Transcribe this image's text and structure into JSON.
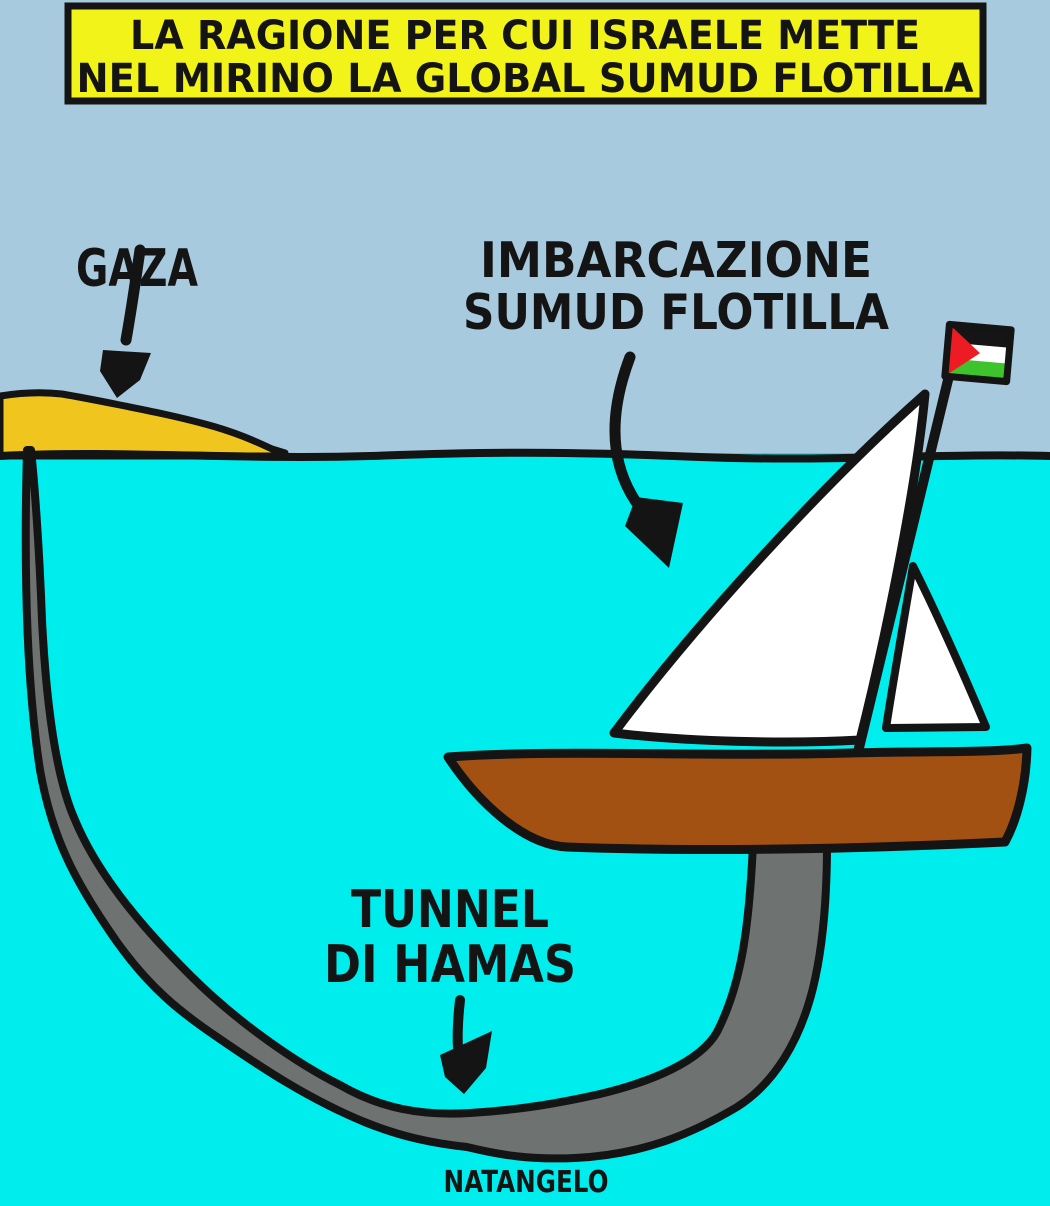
{
  "banner": {
    "line1": "LA RAGIONE PER CUI ISRAELE METTE",
    "line2": "NEL MIRINO LA GLOBAL SUMUD FLOTILLA"
  },
  "labels": {
    "gaza": "GAZA",
    "boat_line1": "IMBARCAZIONE",
    "boat_line2": "SUMUD FLOTILLA",
    "tunnel_line1": "TUNNEL",
    "tunnel_line2": "DI HAMAS"
  },
  "signature": "NATANGELO",
  "icons": {
    "flag": "palestinian-flag",
    "arrows": [
      "gaza-arrow",
      "boat-arrow",
      "tunnel-arrow"
    ]
  },
  "colors": {
    "sky": "#A8CADF",
    "sea": "#00EDED",
    "land": "#F0C51D",
    "banner_bg": "#F2F318",
    "hull": "#A35113",
    "tunnel": "#6E7372",
    "sail": "#FFFFFF",
    "ink": "#141414",
    "flag_red": "#ED1C24",
    "flag_green": "#3DC42C",
    "flag_black": "#151515",
    "flag_white": "#FFFFFF"
  }
}
